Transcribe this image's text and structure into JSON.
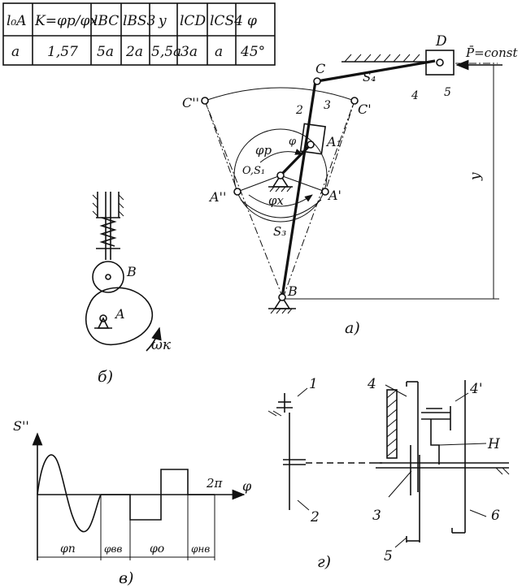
{
  "parameter_table": {
    "headers": [
      "l₀A",
      "K=φp/φx",
      "lBC",
      "lBS3",
      "y",
      "lCD",
      "lCS4",
      "φ"
    ],
    "values": [
      "a",
      "1,57",
      "5a",
      "2a",
      "5,5a",
      "3a",
      "a",
      "45°"
    ]
  },
  "mechanism_a": {
    "caption": "а)",
    "joints": {
      "D": "D",
      "C": "C",
      "C1": "C'",
      "C2": "C''",
      "A1": "A₁",
      "A1p": "A'",
      "A2p": "A''",
      "B": "B"
    },
    "links": {
      "l2": "2",
      "l3": "3",
      "l4": "4",
      "l5": "5"
    },
    "labels": {
      "force": "P̄=const",
      "s4": "S₄",
      "s3": "S₃",
      "phi_p": "φp",
      "phi_x": "φx",
      "os1": "O,S₁",
      "y": "y",
      "phi": "φ"
    }
  },
  "cam_b": {
    "caption": "б)",
    "labels": {
      "B": "B",
      "A": "A",
      "omega": "ωк"
    }
  },
  "graph_v": {
    "caption": "в)",
    "labels": {
      "y_axis": "S''",
      "x_axis": "φ",
      "two_pi": "2π"
    },
    "phases": [
      "φп",
      "φвв",
      "φо",
      "φнв"
    ]
  },
  "gears_g": {
    "caption": "г)",
    "labels": {
      "g1": "1",
      "g2": "2",
      "g3": "3",
      "g4": "4",
      "g4p": "4'",
      "g5": "5",
      "g6": "6",
      "carrier": "H"
    }
  }
}
